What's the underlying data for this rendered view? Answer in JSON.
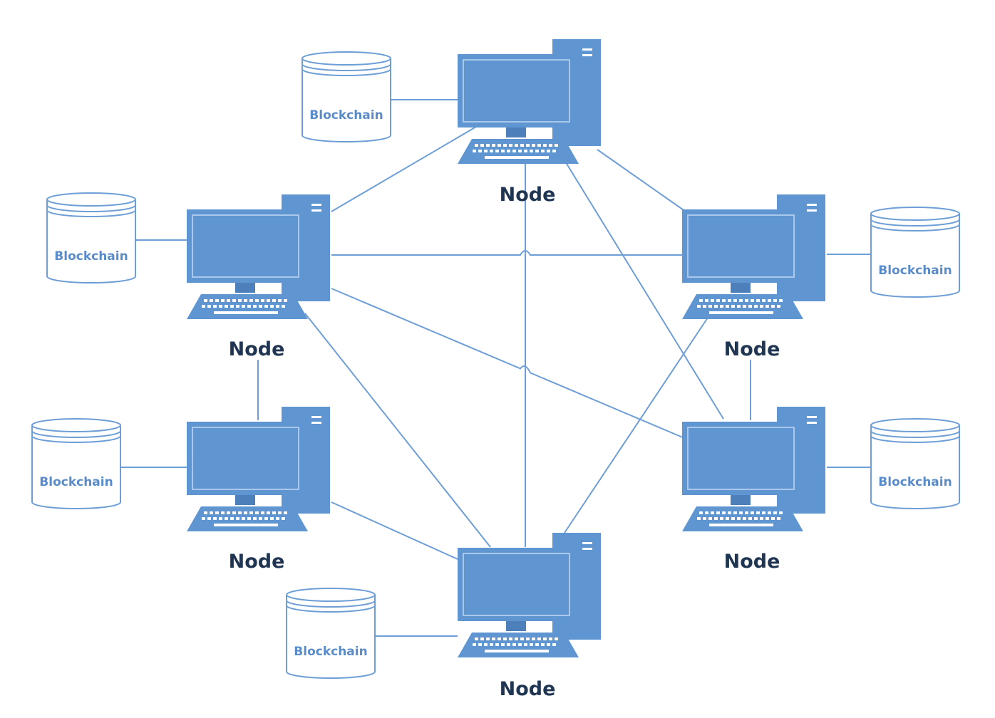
{
  "colors": {
    "computer_fill": "#5f95d1",
    "computer_dark": "#4d7fbb",
    "screen_border": "#aac8ec",
    "link_stroke": "#6e9ed6",
    "db_stroke": "#6e9ed6",
    "db_text": "#5a8cc9",
    "node_text": "#1f3551"
  },
  "nodes": [
    {
      "id": "top",
      "label": "Node",
      "icon": "desktop-computer-icon"
    },
    {
      "id": "upper-left",
      "label": "Node",
      "icon": "desktop-computer-icon"
    },
    {
      "id": "upper-right",
      "label": "Node",
      "icon": "desktop-computer-icon"
    },
    {
      "id": "lower-left",
      "label": "Node",
      "icon": "desktop-computer-icon"
    },
    {
      "id": "lower-right",
      "label": "Node",
      "icon": "desktop-computer-icon"
    },
    {
      "id": "bottom",
      "label": "Node",
      "icon": "desktop-computer-icon"
    }
  ],
  "databases": [
    {
      "node": "top",
      "label": "Blockchain",
      "icon": "database-cylinder-icon"
    },
    {
      "node": "upper-left",
      "label": "Blockchain",
      "icon": "database-cylinder-icon"
    },
    {
      "node": "upper-right",
      "label": "Blockchain",
      "icon": "database-cylinder-icon"
    },
    {
      "node": "lower-left",
      "label": "Blockchain",
      "icon": "database-cylinder-icon"
    },
    {
      "node": "lower-right",
      "label": "Blockchain",
      "icon": "database-cylinder-icon"
    },
    {
      "node": "bottom",
      "label": "Blockchain",
      "icon": "database-cylinder-icon"
    }
  ]
}
